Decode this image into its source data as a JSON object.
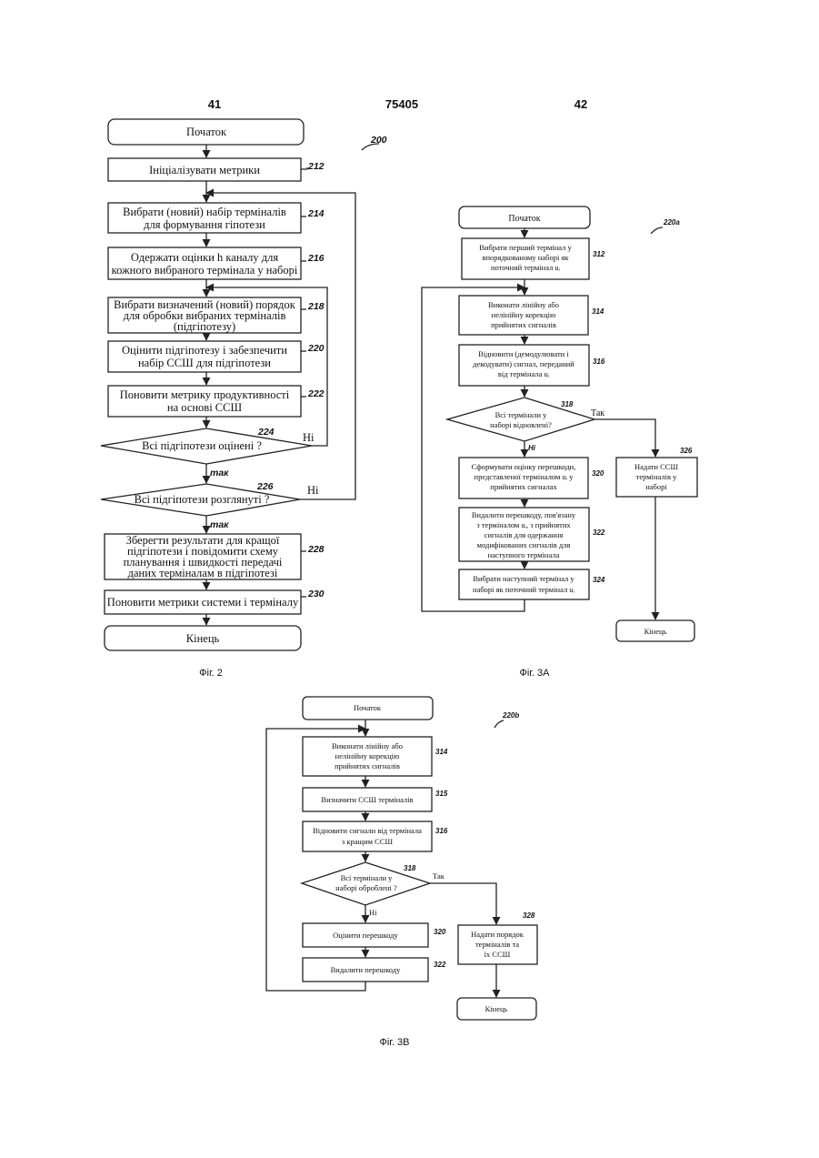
{
  "header": {
    "left_page": "41",
    "patent_number": "75405",
    "right_page": "42"
  },
  "fig2": {
    "ref": "200",
    "caption": "Фіг. 2",
    "start": "Початок",
    "end": "Кінець",
    "steps": [
      {
        "ref": "212",
        "lines": [
          "Ініціалізувати метрики"
        ]
      },
      {
        "ref": "214",
        "lines": [
          "Вибрати (новий) набір терміналів",
          "для формування гіпотези"
        ]
      },
      {
        "ref": "216",
        "lines": [
          "Одержати оцінки h каналу для",
          "кожного вибраного термінала у наборі"
        ]
      },
      {
        "ref": "218",
        "lines": [
          "Вибрати визначений (новий) порядок",
          "для обробки вибраних терміналів",
          "(підгіпотезу)"
        ]
      },
      {
        "ref": "220",
        "lines": [
          "Оцінити підгіпотезу і забезпечити",
          "набір ССШ для підгіпотези"
        ]
      },
      {
        "ref": "222",
        "lines": [
          "Поновити метрику продуктивності",
          "на  основі ССШ"
        ]
      },
      {
        "ref": "228",
        "lines": [
          "Зберегти результати для кращої",
          "підгіпотези і повідомити схему",
          "планування і швидкості передачі",
          "даних терміналам в підгіпотезі"
        ]
      },
      {
        "ref": "230",
        "lines": [
          "Поновити метрики системи і терміналу"
        ]
      }
    ],
    "decisions": [
      {
        "ref": "224",
        "text": "Всі підгіпотези оцінені ?",
        "no": "Ні",
        "yes": "так"
      },
      {
        "ref": "226",
        "text": "Всі підгіпотези розглянуті ?",
        "no": "Ні",
        "yes": "так"
      }
    ]
  },
  "fig3a": {
    "ref": "220a",
    "caption": "Фіг. 3А",
    "start": "Початок",
    "end": "Кінець",
    "steps": [
      {
        "ref": "312",
        "lines": [
          "Вибрати перший термінал у",
          "впорядкованому наборі як",
          "поточний термінал uᵢ"
        ]
      },
      {
        "ref": "314",
        "lines": [
          "Виконати лінійну або",
          "нелінійну корекцію",
          "прийнятих сигналів"
        ]
      },
      {
        "ref": "316",
        "lines": [
          "Відновити (демодулювати і",
          "декодувати) сигнал, переданий",
          "від термінала uᵢ"
        ]
      },
      {
        "ref": "320",
        "lines": [
          "Сформувати оцінку перешкоди,",
          "представленої терміналом uᵢ у",
          "прийнятих сигналах"
        ]
      },
      {
        "ref": "322",
        "lines": [
          "Видалити перешкоду, пов'язану",
          "з терміналом uᵢ, з прийнятих",
          "сигналів для одержання",
          "модифікованих сигналів для",
          "наступного термінала"
        ]
      },
      {
        "ref": "324",
        "lines": [
          "Вибрати наступний термінал у",
          "наборі як поточний термінал uᵢ"
        ]
      },
      {
        "ref": "326",
        "lines": [
          "Надати ССШ",
          "терміналів у",
          "наборі"
        ]
      }
    ],
    "decision": {
      "ref": "318",
      "lines": [
        "Всі     термінали     у",
        "наборі відновлені?"
      ],
      "yes": "Так",
      "no": "Ні"
    }
  },
  "fig3b": {
    "ref": "220b",
    "caption": "Фіг. 3В",
    "start": "Початок",
    "end": "Кінець",
    "steps": [
      {
        "ref": "314",
        "lines": [
          "Виконати лінійну або",
          "нелінійну корекцію",
          "прийнятих сигналів"
        ]
      },
      {
        "ref": "315",
        "lines": [
          "Визначити ССШ терміналів"
        ]
      },
      {
        "ref": "316",
        "lines": [
          "Відновити сигнали від термінала",
          "з кращим ССШ"
        ]
      },
      {
        "ref": "320",
        "lines": [
          "Оцінити перешкоду"
        ]
      },
      {
        "ref": "322",
        "lines": [
          "Видалити перешкоду"
        ]
      },
      {
        "ref": "328",
        "lines": [
          "Надати порядок",
          "терміналів та",
          "їх ССШ"
        ]
      }
    ],
    "decision": {
      "ref": "318",
      "lines": [
        "Всі термінали у",
        "наборі оброблені ?"
      ],
      "yes": "Так",
      "no": "Ні"
    }
  }
}
